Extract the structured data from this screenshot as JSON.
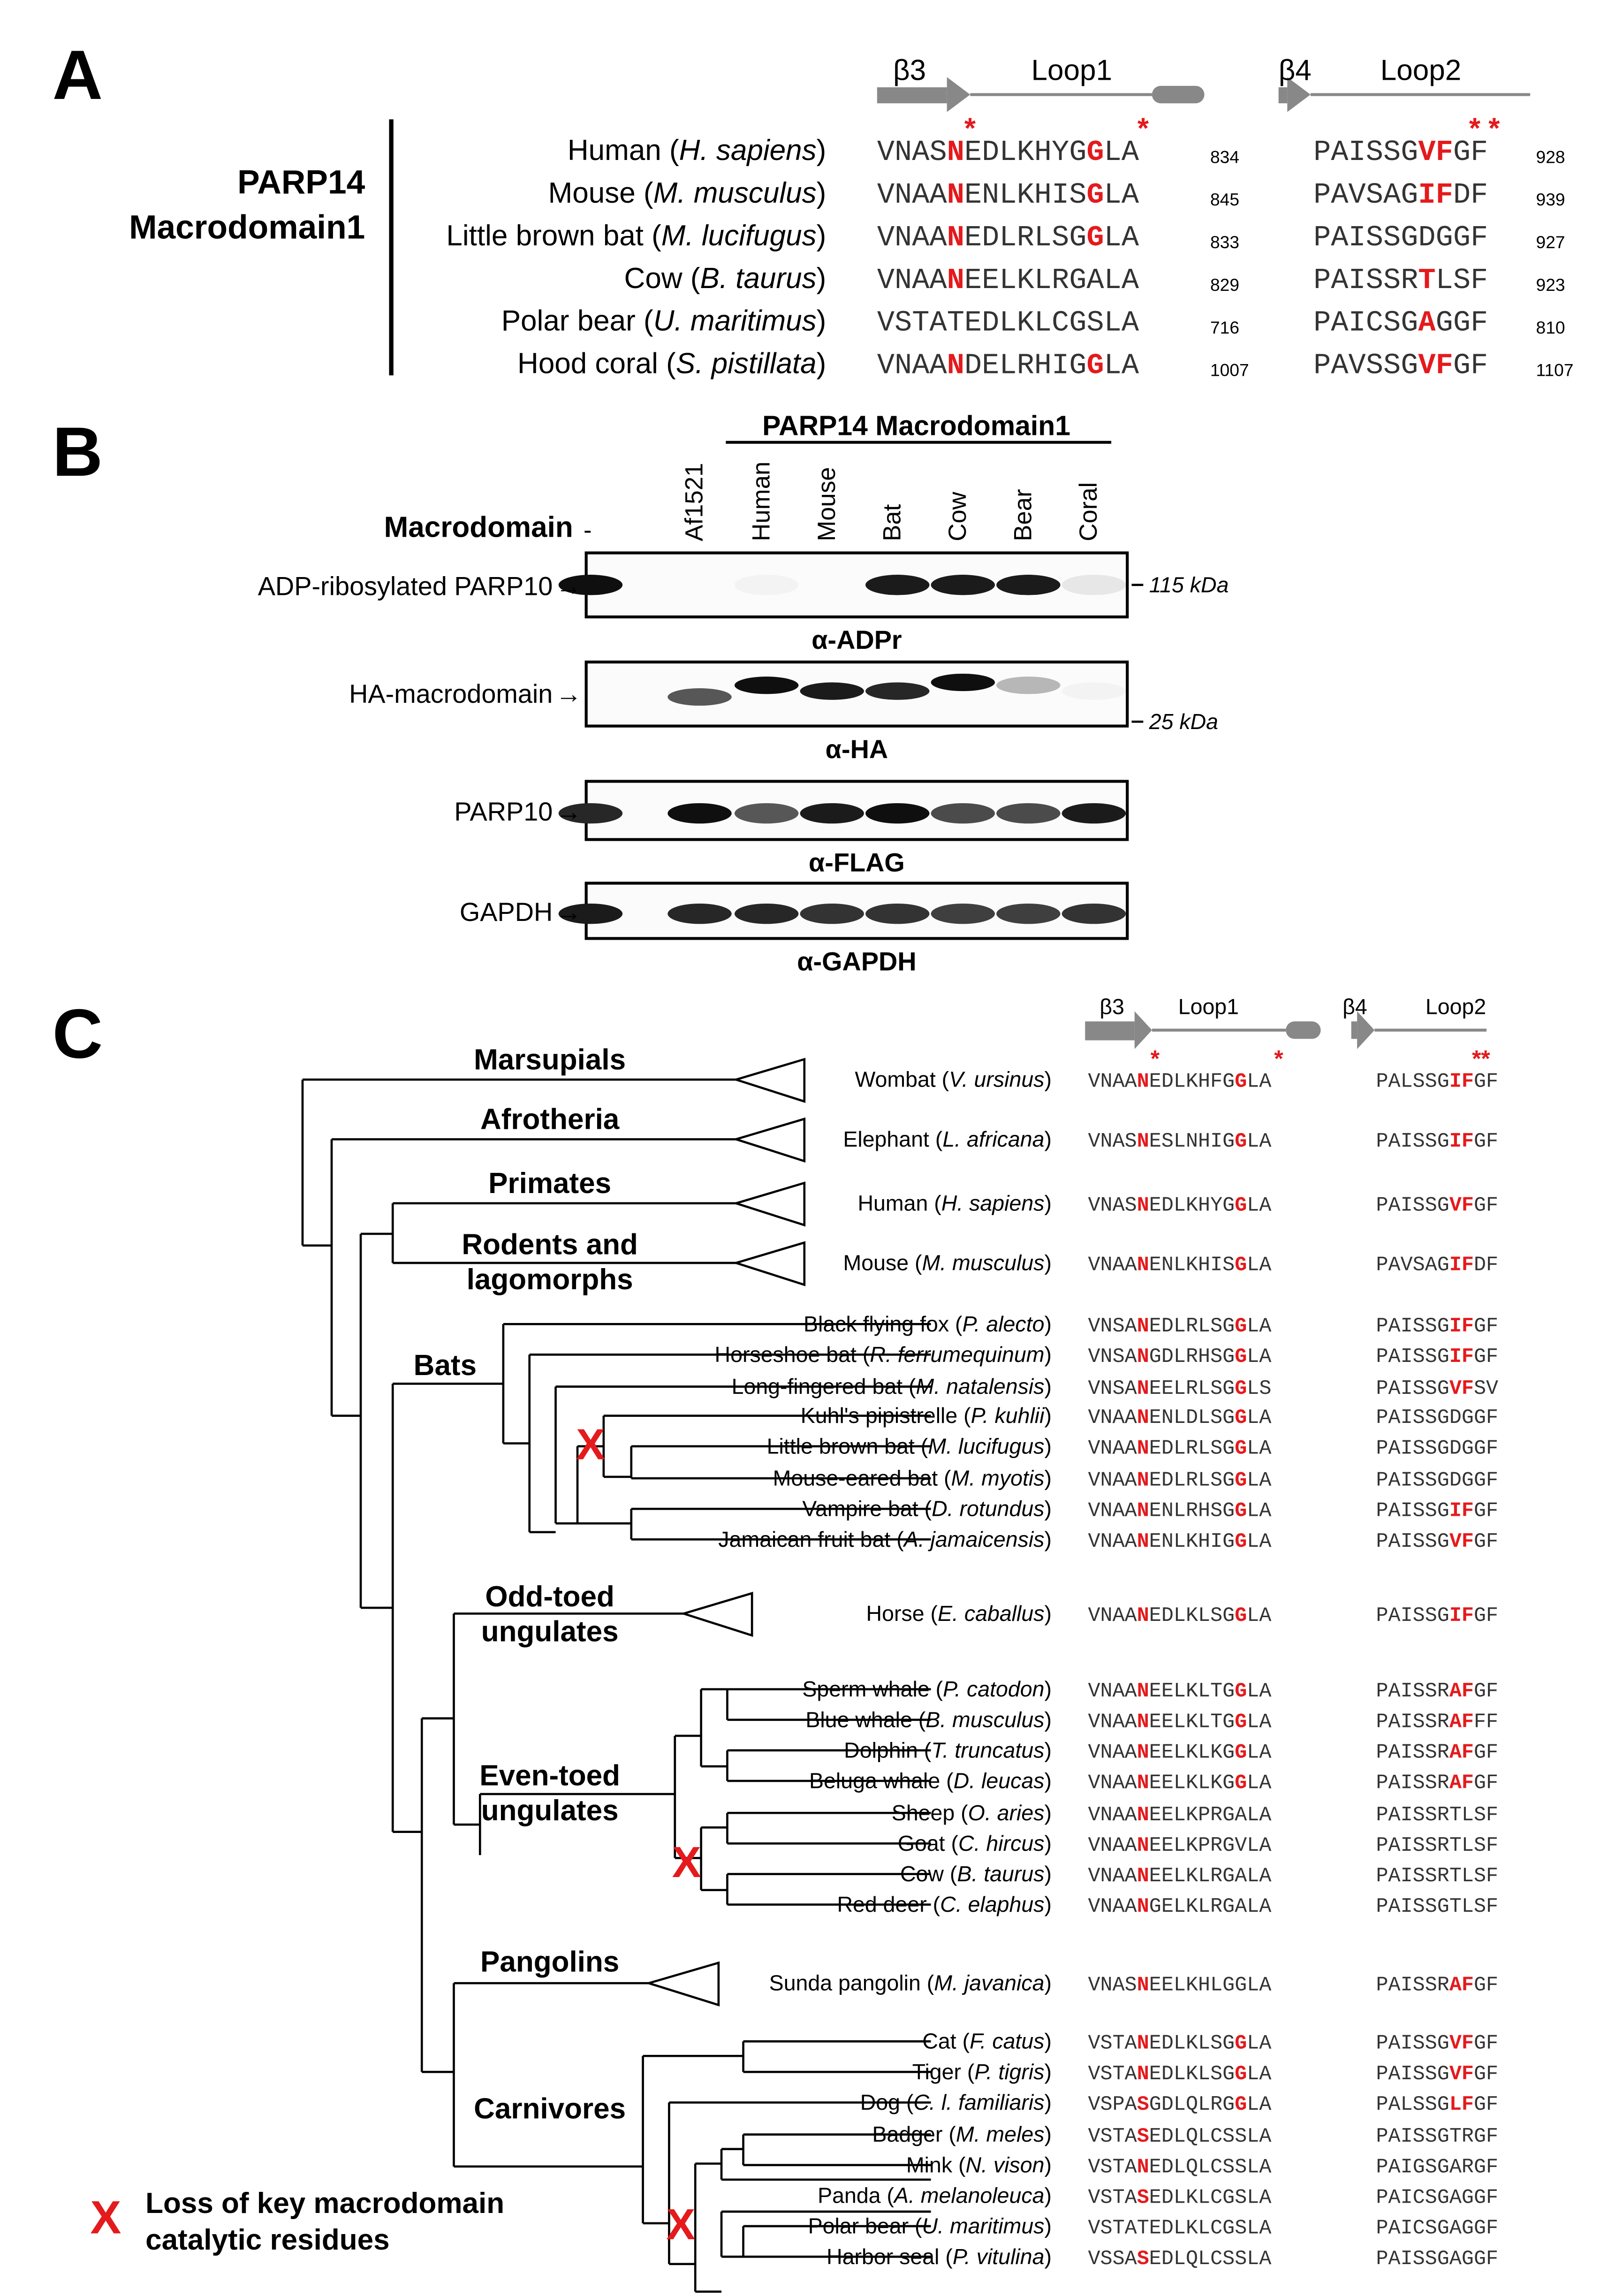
{
  "panel_a": {
    "label": "A",
    "protein_line1": "PARP14",
    "protein_line2": "Macrodomain1",
    "beta3": "β3",
    "loop1": "Loop1",
    "beta4": "β4",
    "loop2": "Loop2",
    "rows": [
      {
        "name": "Human",
        "sci": "H. sapiens",
        "seq1": "VNASNEDLKHYGGLA",
        "red1": [
          4,
          12
        ],
        "num1": "834",
        "seq2": "PAISSGVFGF",
        "red2": [
          6,
          7
        ],
        "num2": "928"
      },
      {
        "name": "Mouse",
        "sci": "M. musculus",
        "seq1": "VNAANENLKHISGLA",
        "red1": [
          4,
          12
        ],
        "num1": "845",
        "seq2": "PAVSAGIFDF",
        "red2": [
          6,
          7
        ],
        "num2": "939"
      },
      {
        "name": "Little brown bat",
        "sci": "M. lucifugus",
        "seq1": "VNAANEDLRLSGGLA",
        "red1": [
          4,
          12
        ],
        "num1": "833",
        "seq2": "PAISSGDGGF",
        "red2": [],
        "num2": "927"
      },
      {
        "name": "Cow",
        "sci": "B. taurus",
        "seq1": "VNAANEELKLRGALA",
        "red1": [
          4
        ],
        "num1": "829",
        "seq2": "PAISSRTLSF",
        "red2": [
          6
        ],
        "num2": "923"
      },
      {
        "name": "Polar bear",
        "sci": "U. maritimus",
        "seq1": "VSTATEDLKLCGSLA",
        "red1": [],
        "num1": "716",
        "seq2": "PAICSGAGGF",
        "red2": [
          6
        ],
        "num2": "810"
      },
      {
        "name": "Hood coral",
        "sci": "S. pistillata",
        "seq1": "VNAANDELRHIGGLA",
        "red1": [
          4,
          12
        ],
        "num1": "1007",
        "seq2": "PAVSSGVFGF",
        "red2": [
          6,
          7
        ],
        "num2": "1107"
      }
    ]
  },
  "panel_b": {
    "label": "B",
    "group_header": "PARP14 Macrodomain1",
    "row_header": "Macrodomain",
    "lanes": [
      "-",
      "Af1521",
      "Human",
      "Mouse",
      "Bat",
      "Cow",
      "Bear",
      "Coral"
    ],
    "blots": [
      {
        "label": "ADP-ribosylated PARP10",
        "antibody": "α-ADPr",
        "marker": "115 kDa",
        "band_intensity": [
          1.0,
          0.0,
          0.05,
          0.0,
          0.95,
          0.95,
          0.95,
          0.1
        ]
      },
      {
        "label": "HA-macrodomain",
        "antibody": "α-HA",
        "marker": "25 kDa",
        "band_intensity": [
          0.0,
          0.7,
          1.0,
          0.95,
          0.9,
          1.0,
          0.3,
          0.05
        ]
      },
      {
        "label": "PARP10",
        "antibody": "α-FLAG",
        "marker": "",
        "band_intensity": [
          0.9,
          1.0,
          0.7,
          0.95,
          1.0,
          0.75,
          0.75,
          0.95
        ]
      },
      {
        "label": "GAPDH",
        "antibody": "α-GAPDH",
        "marker": "",
        "band_intensity": [
          0.95,
          0.9,
          0.9,
          0.85,
          0.85,
          0.8,
          0.8,
          0.85
        ]
      }
    ]
  },
  "panel_c": {
    "label": "C",
    "beta3": "β3",
    "loop1": "Loop1",
    "beta4": "β4",
    "loop2": "Loop2",
    "groups": {
      "marsupials": "Marsupials",
      "afrotheria": "Afrotheria",
      "primates": "Primates",
      "rodents_1": "Rodents and",
      "rodents_2": "lagomorphs",
      "bats": "Bats",
      "odd_1": "Odd-toed",
      "odd_2": "ungulates",
      "even_1": "Even-toed",
      "even_2": "ungulates",
      "pangolins": "Pangolins",
      "carnivores": "Carnivores"
    },
    "species": [
      {
        "name": "Wombat",
        "sci": "V. ursinus",
        "seq1": "VNAANEDLKHFGGLA",
        "red1": [
          4,
          12
        ],
        "seq2": "PALSSGIFGF",
        "red2": [
          6,
          7
        ]
      },
      {
        "name": "Elephant",
        "sci": "L. africana",
        "seq1": "VNASNESLNHIGGLA",
        "red1": [
          4,
          12
        ],
        "seq2": "PAISSGIFGF",
        "red2": [
          6,
          7
        ]
      },
      {
        "name": "Human",
        "sci": "H. sapiens",
        "seq1": "VNASNEDLKHYGGLA",
        "red1": [
          4,
          12
        ],
        "seq2": "PAISSGVFGF",
        "red2": [
          6,
          7
        ]
      },
      {
        "name": "Mouse",
        "sci": "M. musculus",
        "seq1": "VNAANENLKHISGLA",
        "red1": [
          4,
          12
        ],
        "seq2": "PAVSAGIFDF",
        "red2": [
          6,
          7
        ]
      },
      {
        "name": "Black flying fox",
        "sci": "P. alecto",
        "seq1": "VNSANEDLRLSGGLA",
        "red1": [
          4,
          12
        ],
        "seq2": "PAISSGIFGF",
        "red2": [
          6,
          7
        ]
      },
      {
        "name": "Horseshoe bat",
        "sci": "R. ferrumequinum",
        "seq1": "VNSANGDLRHSGGLA",
        "red1": [
          4,
          12
        ],
        "seq2": "PAISSGIFGF",
        "red2": [
          6,
          7
        ]
      },
      {
        "name": "Long-fingered bat",
        "sci": "M. natalensis",
        "seq1": "VNSANEELRLSGGLS",
        "red1": [
          4,
          12
        ],
        "seq2": "PAISSGVFSV",
        "red2": [
          6,
          7
        ]
      },
      {
        "name": "Kuhl's pipistrelle",
        "sci": "P. kuhlii",
        "seq1": "VNAANENLDLSGGLA",
        "red1": [
          4,
          12
        ],
        "seq2": "PAISSGDGGF",
        "red2": []
      },
      {
        "name": "Little brown bat",
        "sci": "M. lucifugus",
        "seq1": "VNAANEDLRLSGGLA",
        "red1": [
          4,
          12
        ],
        "seq2": "PAISSGDGGF",
        "red2": []
      },
      {
        "name": "Mouse-eared bat",
        "sci": "M. myotis",
        "seq1": "VNAANEDLRLSGGLA",
        "red1": [
          4,
          12
        ],
        "seq2": "PAISSGDGGF",
        "red2": []
      },
      {
        "name": "Vampire bat",
        "sci": "D. rotundus",
        "seq1": "VNAANENLRHSGGLA",
        "red1": [
          4,
          12
        ],
        "seq2": "PAISSGIFGF",
        "red2": [
          6,
          7
        ]
      },
      {
        "name": "Jamaican fruit bat",
        "sci": "A. jamaicensis",
        "seq1": "VNAANENLKHIGGLA",
        "red1": [
          4,
          12
        ],
        "seq2": "PAISSGVFGF",
        "red2": [
          6,
          7
        ]
      },
      {
        "name": "Horse",
        "sci": "E. caballus",
        "seq1": "VNAANEDLKLSGGLA",
        "red1": [
          4,
          12
        ],
        "seq2": "PAISSGIFGF",
        "red2": [
          6,
          7
        ]
      },
      {
        "name": "Sperm whale",
        "sci": "P. catodon",
        "seq1": "VNAANEELKLTGGLA",
        "red1": [
          4,
          12
        ],
        "seq2": "PAISSRAFGF",
        "red2": [
          6,
          7
        ]
      },
      {
        "name": "Blue whale",
        "sci": "B. musculus",
        "seq1": "VNAANEELKLTGGLA",
        "red1": [
          4,
          12
        ],
        "seq2": "PAISSRAFFF",
        "red2": [
          6,
          7
        ]
      },
      {
        "name": "Dolphin",
        "sci": "T. truncatus",
        "seq1": "VNAANEELKLKGGLA",
        "red1": [
          4,
          12
        ],
        "seq2": "PAISSRAFGF",
        "red2": [
          6,
          7
        ]
      },
      {
        "name": "Beluga whale",
        "sci": "D. leucas",
        "seq1": "VNAANEELKLKGGLA",
        "red1": [
          4,
          12
        ],
        "seq2": "PAISSRAFGF",
        "red2": [
          6,
          7
        ]
      },
      {
        "name": "Sheep",
        "sci": "O. aries",
        "seq1": "VNAANEELKPRGALA",
        "red1": [
          4
        ],
        "seq2": "PAISSRTLSF",
        "red2": []
      },
      {
        "name": "Goat",
        "sci": "C. hircus",
        "seq1": "VNAANEELKPRGVLA",
        "red1": [
          4
        ],
        "seq2": "PAISSRTLSF",
        "red2": []
      },
      {
        "name": "Cow",
        "sci": "B. taurus",
        "seq1": "VNAANEELKLRGALA",
        "red1": [
          4
        ],
        "seq2": "PAISSRTLSF",
        "red2": []
      },
      {
        "name": "Red deer",
        "sci": "C. elaphus",
        "seq1": "VNAANGELKLRGALA",
        "red1": [
          4
        ],
        "seq2": "PAISSGTLSF",
        "red2": []
      },
      {
        "name": "Sunda pangolin",
        "sci": "M. javanica",
        "seq1": "VNASNEELKHLGGLA",
        "red1": [
          4
        ],
        "seq2": "PAISSRAFGF",
        "red2": [
          6,
          7
        ]
      },
      {
        "name": "Cat",
        "sci": "F. catus",
        "seq1": "VSTANEDLKLSGGLA",
        "red1": [
          4,
          12
        ],
        "seq2": "PAISSGVFGF",
        "red2": [
          6,
          7
        ]
      },
      {
        "name": "Tiger",
        "sci": "P. tigris",
        "seq1": "VSTANEDLKLSGGLA",
        "red1": [
          4,
          12
        ],
        "seq2": "PAISSGVFGF",
        "red2": [
          6,
          7
        ]
      },
      {
        "name": "Dog",
        "sci": "C. l. familiaris",
        "seq1": "VSPASGDLQLRGGLA",
        "red1": [
          4,
          12
        ],
        "seq2": "PALSSGLFGF",
        "red2": [
          6,
          7
        ]
      },
      {
        "name": "Badger",
        "sci": "M. meles",
        "seq1": "VSTASEDLQLCSSLA",
        "red1": [
          4
        ],
        "seq2": "PAISSGTRGF",
        "red2": []
      },
      {
        "name": "Mink",
        "sci": "N. vison",
        "seq1": "VSTANEDLQLCSSLA",
        "red1": [
          4
        ],
        "seq2": "PAIGSGARGF",
        "red2": []
      },
      {
        "name": "Panda",
        "sci": "A. melanoleuca",
        "seq1": "VSTASEDLKLCGSLA",
        "red1": [
          4
        ],
        "seq2": "PAICSGAGGF",
        "red2": []
      },
      {
        "name": "Polar bear",
        "sci": "U. maritimus",
        "seq1": "VSTATEDLKLCGSLA",
        "red1": [],
        "seq2": "PAICSGAGGF",
        "red2": []
      },
      {
        "name": "Harbor seal",
        "sci": "P. vitulina",
        "seq1": "VSSASEDLQLCSSLA",
        "red1": [
          4
        ],
        "seq2": "PAISSGAGGF",
        "red2": []
      }
    ],
    "legend_line1": "Loss of key macrodomain",
    "legend_line2": "catalytic residues",
    "x_mark": "X"
  }
}
